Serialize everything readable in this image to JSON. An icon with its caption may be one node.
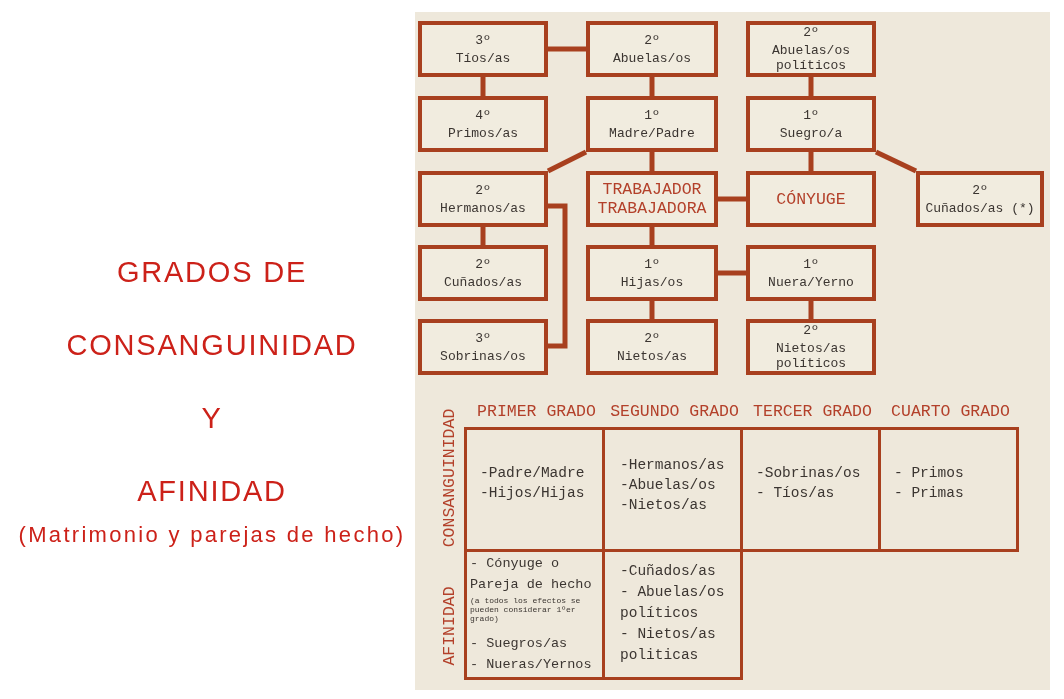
{
  "diagram": {
    "title": "GRADOS DE CONSANGUINIDAD Y AFINIDAD",
    "nodes": [
      {
        "text": [
          "3º",
          "Tíos/as"
        ]
      },
      {
        "text": [
          "2º",
          "Abuelas/os"
        ]
      },
      {
        "text": [
          "2º",
          "Abuelas/os políticos"
        ]
      },
      {
        "text": [
          "4º",
          "Primos/as"
        ]
      },
      {
        "text": [
          "1º",
          "Madre/Padre"
        ]
      },
      {
        "text": [
          "1º",
          "Suegro/a"
        ]
      },
      {
        "text": [
          "2º",
          "Hermanos/as"
        ]
      },
      {
        "text": [
          "TRABAJADOR TRABAJADORA"
        ]
      },
      {
        "text": [
          "CÓNYUGE"
        ]
      },
      {
        "text": [
          "2º",
          "Cuñados/as (*)"
        ]
      },
      {
        "text": [
          "2º",
          "Cuñados/as"
        ]
      },
      {
        "text": [
          "1º",
          "Hijas/os"
        ]
      },
      {
        "text": [
          "1º",
          "Nuera/Yerno"
        ]
      },
      {
        "text": [
          "3º",
          "Sobrinas/os"
        ]
      },
      {
        "text": [
          "2º",
          "Nietos/as"
        ]
      },
      {
        "text": [
          "2º",
          "Nietos/as políticos"
        ]
      }
    ],
    "edges": [
      {
        "from": 0,
        "to": 1,
        "arrow": "none"
      },
      {
        "from": 0,
        "to": 3,
        "arrow": "none"
      },
      {
        "from": 1,
        "to": 4,
        "arrow": "none"
      },
      {
        "from": 2,
        "to": 5,
        "arrow": "none"
      },
      {
        "from": 4,
        "to": 6,
        "arrow": "none"
      },
      {
        "from": 4,
        "to": 7,
        "arrow": "none"
      },
      {
        "from": 7,
        "to": 8,
        "arrow": "none"
      },
      {
        "from": 5,
        "to": 8,
        "arrow": "none"
      },
      {
        "from": 5,
        "to": 9,
        "arrow": "none"
      },
      {
        "from": 6,
        "to": 10,
        "arrow": "none"
      },
      {
        "from": 6,
        "to": 13,
        "arrow": "none"
      },
      {
        "from": 7,
        "to": 11,
        "arrow": "none"
      },
      {
        "from": 11,
        "to": 12,
        "arrow": "none"
      },
      {
        "from": 11,
        "to": 14,
        "arrow": "none"
      },
      {
        "from": 12,
        "to": 15,
        "arrow": "none"
      }
    ],
    "labels": [
      "(Matrimonio y parejas de hecho)",
      "PRIMER GRADO",
      "SEGUNDO GRADO",
      "TERCER GRADO",
      "CUARTO GRADO",
      "CONSANGUINIDAD",
      "-Padre/Madre",
      "-Hijos/Hijas",
      "-Hermanos/as",
      "-Abuelas/os",
      "-Nietos/as",
      "-Sobrinas/os",
      "- Tíos/as",
      "- Primos",
      "- Primas",
      "AFINIDAD",
      "- Cónyuge o Pareja de hecho",
      "(a todos los efectos se pueden considerar 1ºer grado)",
      "- Suegros/as",
      "- Nueras/Yernos",
      "-Cuñados/as",
      "- Abuelas/os políticos",
      "- Nietos/as politicas"
    ]
  }
}
